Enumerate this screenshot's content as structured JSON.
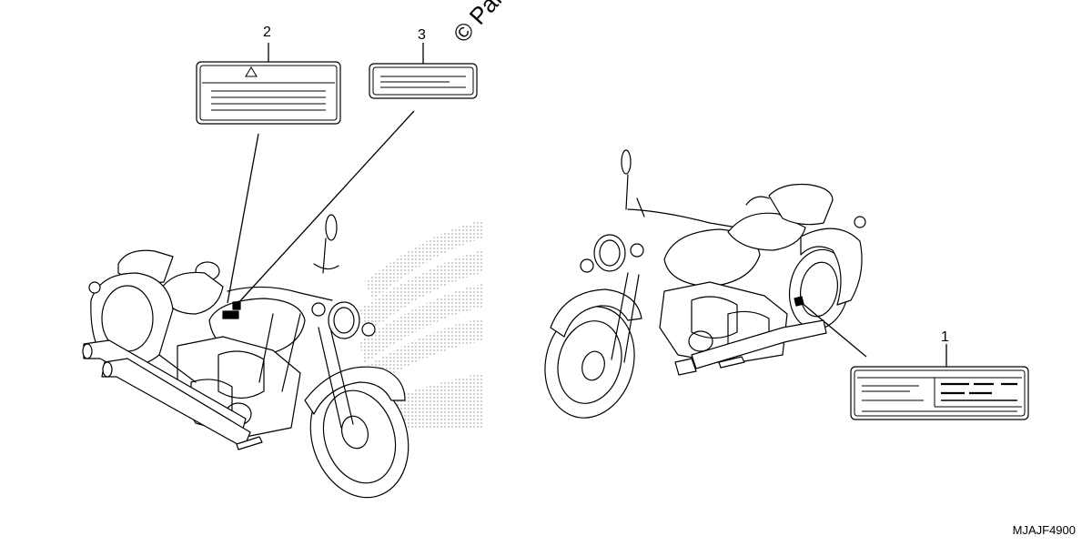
{
  "callouts": [
    {
      "number": "1",
      "part": "label-1"
    },
    {
      "number": "2",
      "part": "label-2"
    },
    {
      "number": "3",
      "part": "label-3"
    }
  ],
  "watermark": "© Partzilla",
  "diagram_code": "MJAJF4900",
  "colors": {
    "line": "#000000",
    "stipple": "#9a9a9a",
    "background": "#ffffff"
  }
}
